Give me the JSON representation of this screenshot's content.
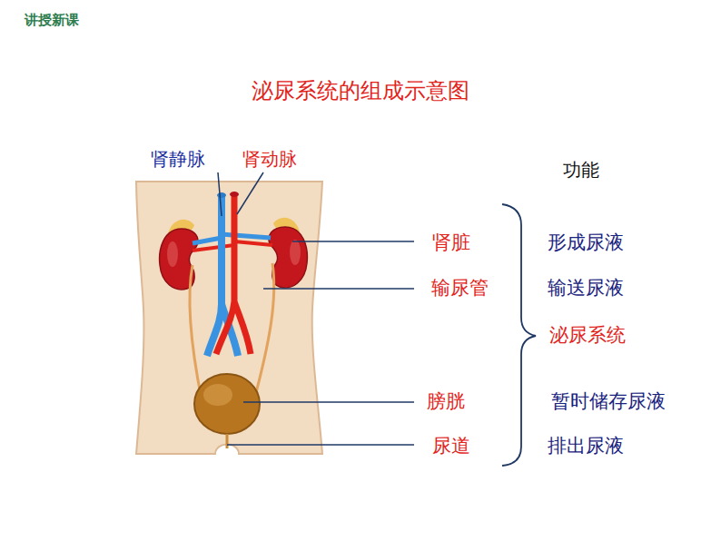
{
  "diagram": {
    "title": "泌尿系统的组成示意图",
    "labels": [
      "讲授新课",
      "肾静脉",
      "肾动脉",
      "功能",
      "肾脏",
      "形成尿液",
      "输尿管",
      "输送尿液",
      "泌尿系统",
      "膀胱",
      "暂时储存尿液",
      "尿道",
      "排出尿液"
    ]
  }
}
